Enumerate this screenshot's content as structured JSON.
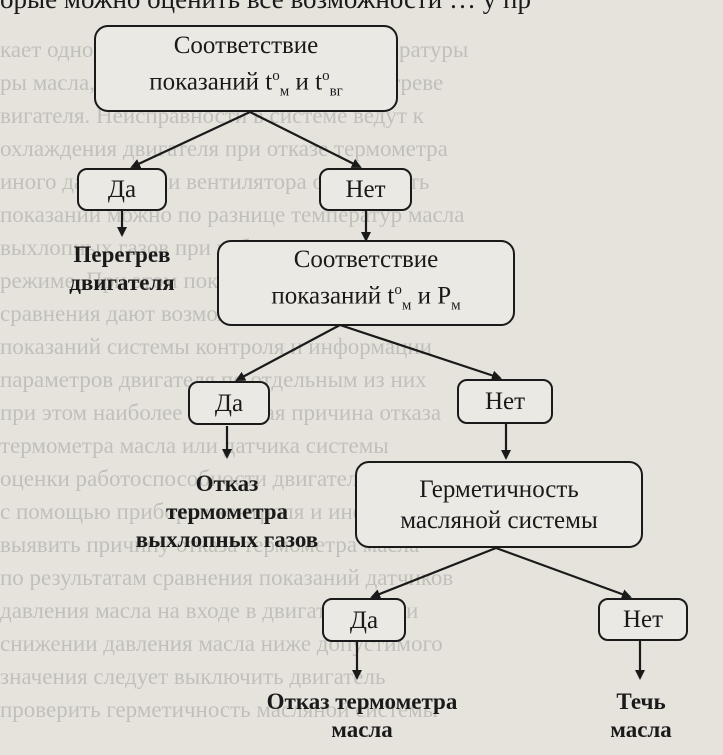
{
  "header_fragment": "орые можно оценить все возможности … у пр",
  "root": {
    "line1": "Соответствие",
    "line2_prefix": "показаний t",
    "sub1": "м",
    "sup1": "о",
    "mid": " и t",
    "sub2": "вг",
    "sup2": "о"
  },
  "level1": {
    "yes": "Да",
    "no": "Нет",
    "yes_result": [
      "Перегрев",
      "двигателя"
    ]
  },
  "node2": {
    "line1": "Соответствие",
    "line2_prefix": "показаний t",
    "sub1": "м",
    "sup1": "о",
    "mid": " и P",
    "sub2": "м"
  },
  "level2": {
    "yes": "Да",
    "no": "Нет",
    "yes_result": [
      "Отказ",
      "термометра",
      "выхлопных газов"
    ]
  },
  "node3": {
    "line1": "Герметичность",
    "line2": "масляной системы"
  },
  "level3": {
    "yes": "Да",
    "no": "Нет",
    "yes_result": [
      "Отказ термометра",
      "масла"
    ],
    "no_result": [
      "Течь",
      "масла"
    ]
  }
}
